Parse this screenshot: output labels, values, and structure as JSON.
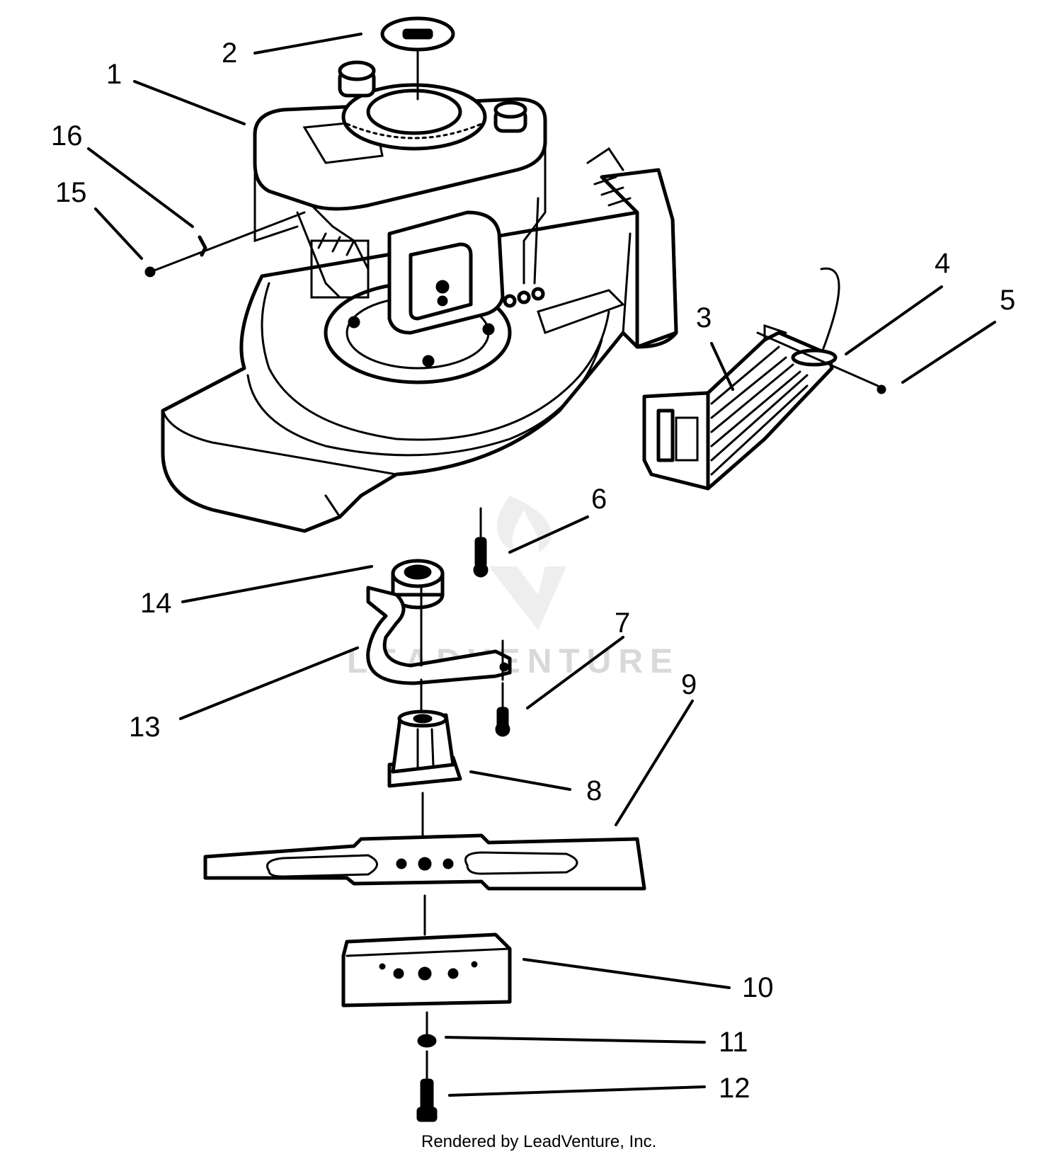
{
  "callouts": [
    "1",
    "2",
    "3",
    "4",
    "5",
    "6",
    "7",
    "8",
    "9",
    "10",
    "11",
    "12",
    "13",
    "14",
    "15",
    "16"
  ],
  "credit": "Rendered by LeadVenture, Inc.",
  "watermark": "LEADVENTURE"
}
